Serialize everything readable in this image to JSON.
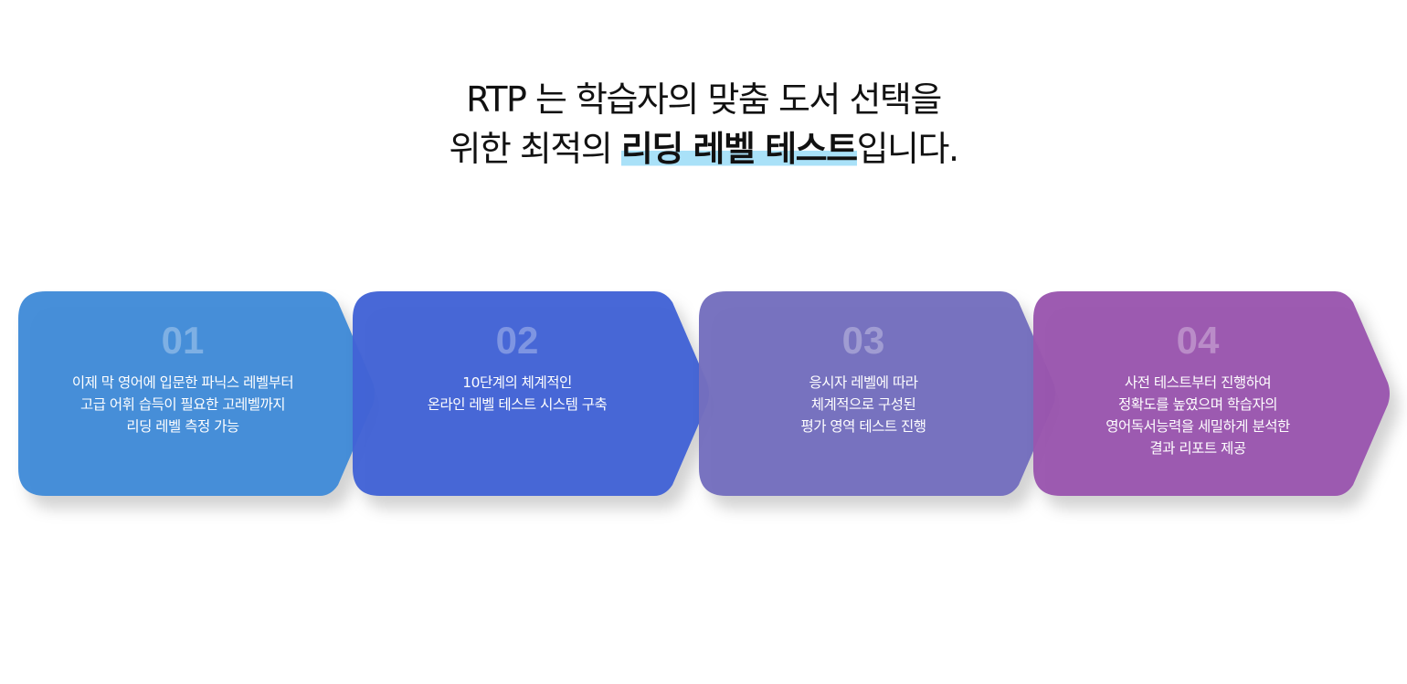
{
  "title": {
    "line1": "RTP 는 학습자의 맞춤 도서 선택을",
    "line2_pre": "위한 최적의 ",
    "line2_highlight": "리딩 레벨 테스트",
    "line2_post": "입니다."
  },
  "steps": [
    {
      "num": "01",
      "color": "#418bd8",
      "lines": [
        "이제 막 영어에 입문한 파닉스 레벨부터",
        "고급 어휘 습득이 필요한 고레벨까지",
        "리딩 레벨 측정 가능"
      ]
    },
    {
      "num": "02",
      "color": "#4263d6",
      "lines": [
        "10단계의 체계적인",
        "온라인 레벨 테스트 시스템 구축"
      ]
    },
    {
      "num": "03",
      "color": "#746ebe",
      "lines": [
        "응시자 레벨에 따라",
        "체계적으로 구성된",
        "평가 영역 테스트 진행"
      ]
    },
    {
      "num": "04",
      "color": "#9a56ae",
      "lines": [
        "사전 테스트부터 진행하여",
        "정확도를 높였으며 학습자의",
        "영어독서능력을 세밀하게 분석한",
        "결과 리포트 제공"
      ]
    }
  ]
}
